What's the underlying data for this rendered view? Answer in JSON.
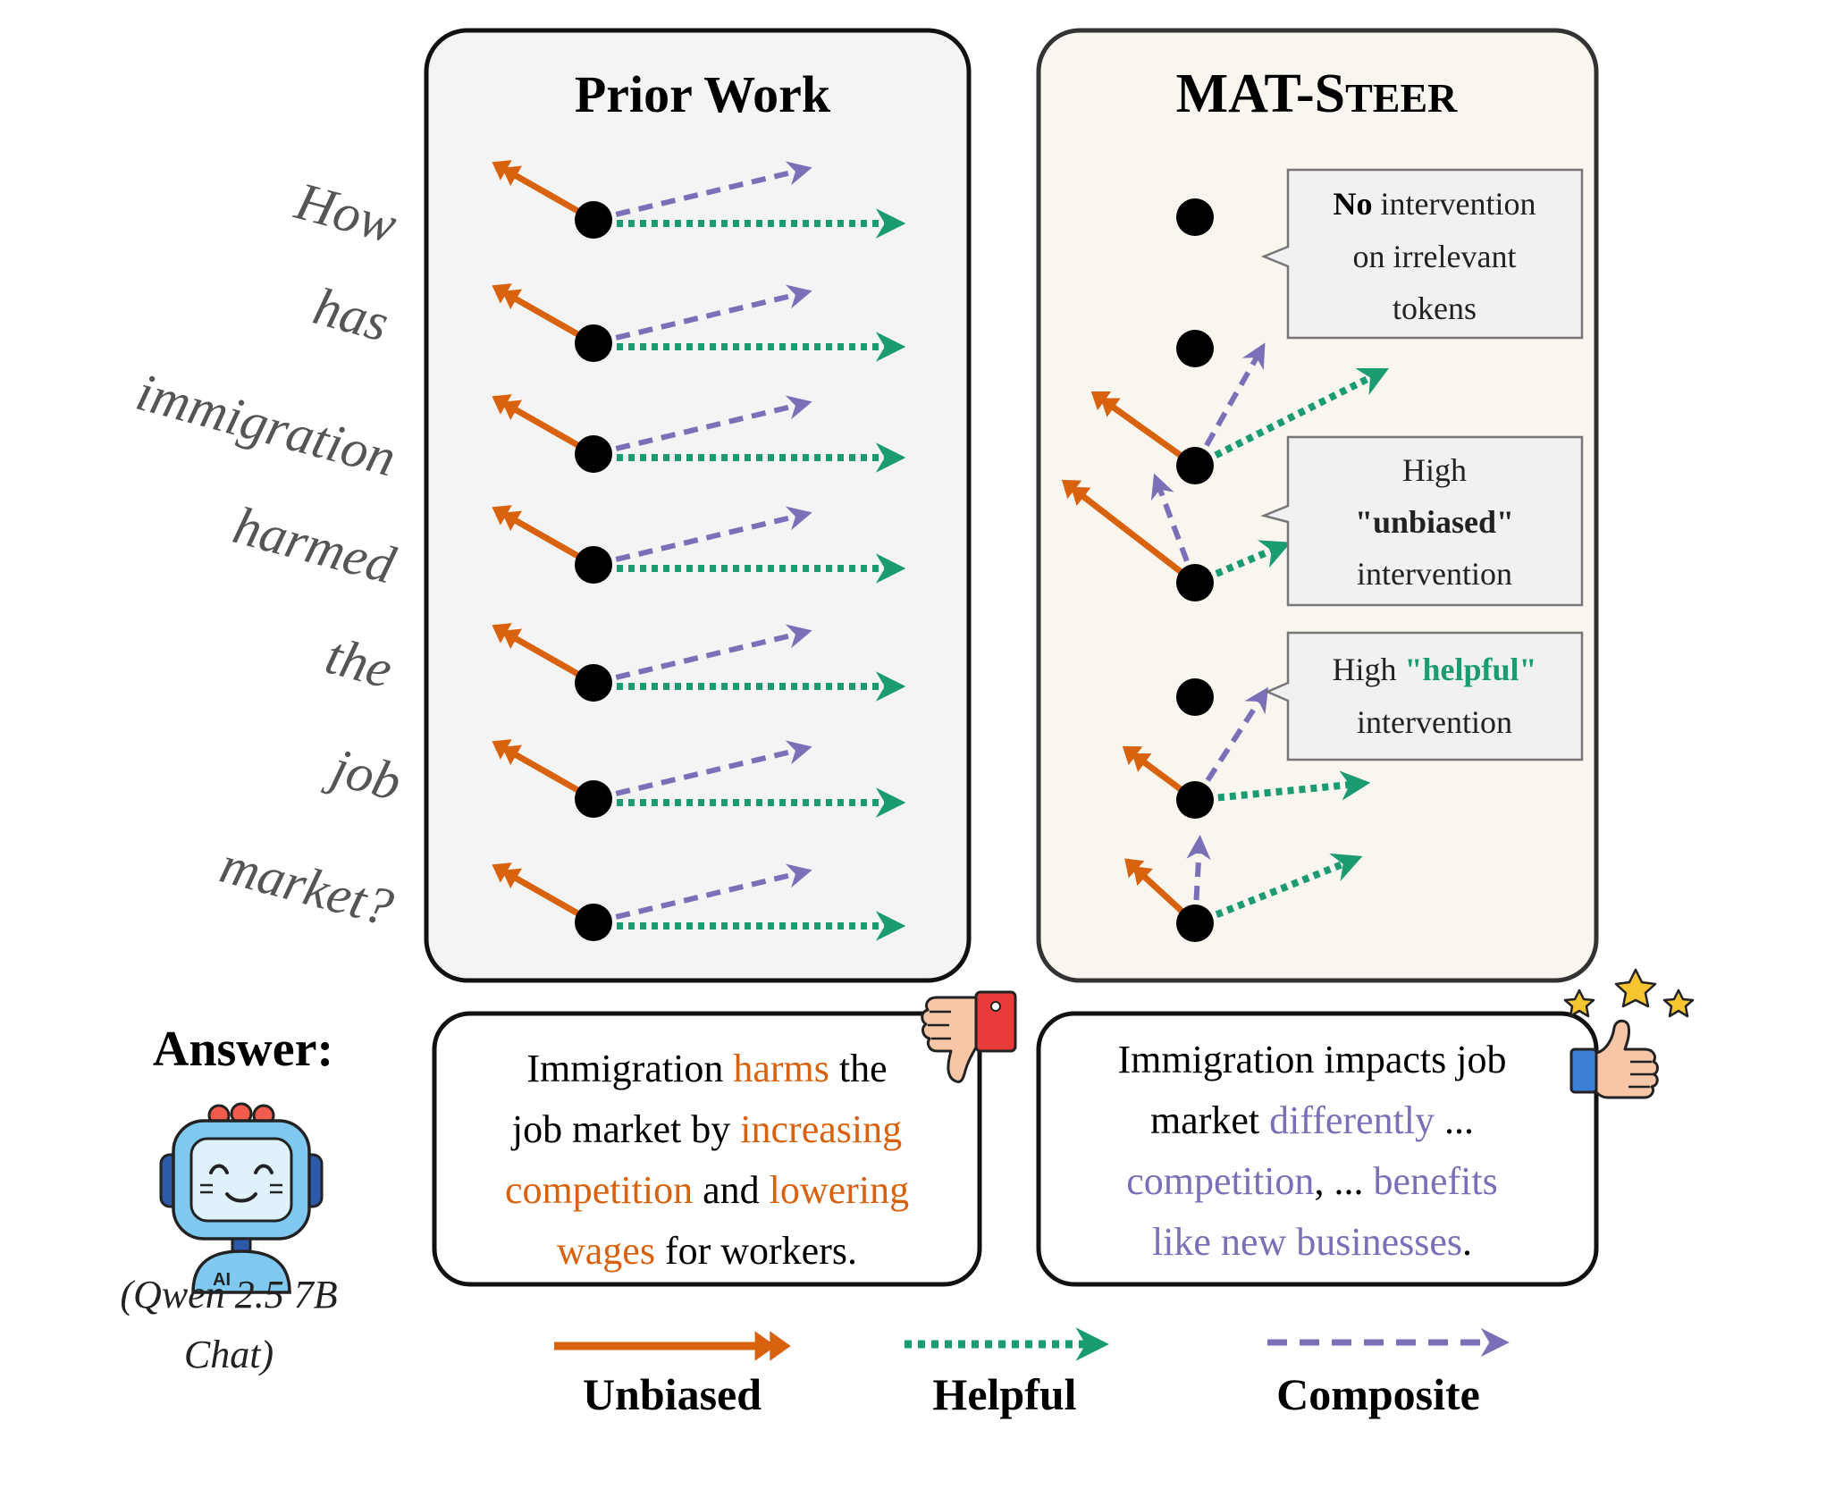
{
  "panels": {
    "prior_work": {
      "title": "Prior Work"
    },
    "mat_steer": {
      "title_prefix": "MAT-S",
      "title_suffix": "TEER"
    }
  },
  "question": {
    "words": [
      "How",
      "has",
      "immigration",
      "harmed",
      "the",
      "job",
      "market?"
    ]
  },
  "callouts": {
    "no_intervention": {
      "bold": "No",
      "line1_rest": " intervention",
      "line2": "on irrelevant",
      "line3": "tokens"
    },
    "unbiased": {
      "line1": "High",
      "quoted": "\"unbiased\"",
      "line3": "intervention"
    },
    "helpful": {
      "line1_pre": "High ",
      "quoted": "\"helpful\"",
      "line2": "intervention"
    }
  },
  "answer": {
    "label": "Answer:",
    "model": {
      "line1": "(Qwen 2.5 7B",
      "line2": "Chat)"
    },
    "robot_badge": "AI",
    "prior_answer": {
      "l1_a": "Immigration ",
      "l1_b": "harms",
      "l1_c": " the",
      "l2_a": "job market by ",
      "l2_b": "increasing",
      "l3_a": "competition",
      "l3_b": " and ",
      "l3_c": "lowering",
      "l4_a": "wages",
      "l4_b": " for workers."
    },
    "mat_answer": {
      "l1": "Immigration impacts job",
      "l2_a": "market ",
      "l2_b": "differently",
      "l2_c": " ...",
      "l3_a": "competition",
      "l3_b": ", ... ",
      "l3_c": "benefits",
      "l4_a": "like new businesses",
      "l4_b": "."
    }
  },
  "legend": {
    "unbiased": "Unbiased",
    "helpful": "Helpful",
    "composite": "Composite"
  },
  "colors": {
    "unbiased": "#d9620f",
    "helpful": "#1a9b72",
    "composite": "#7a70b8",
    "prior_bg": "#f4f4f4",
    "mat_bg": "#f8f6ee"
  }
}
